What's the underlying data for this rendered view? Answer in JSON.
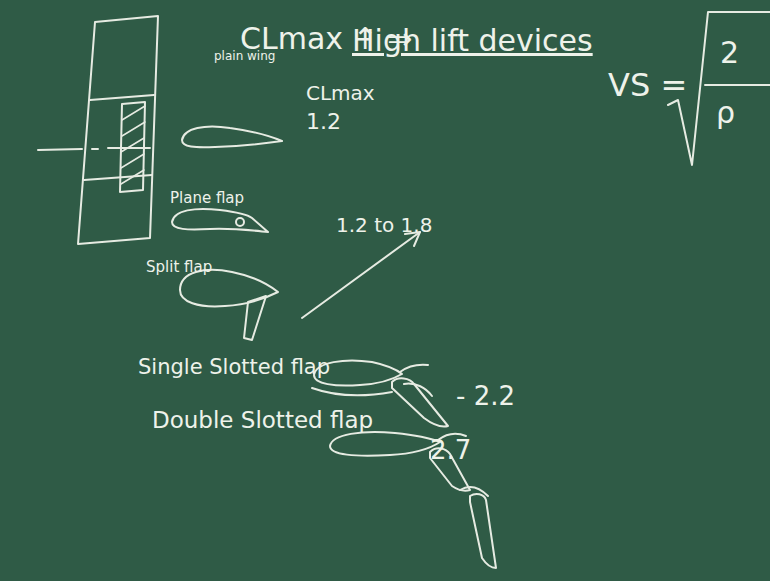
{
  "diagram": {
    "title": "High lift devices",
    "labels": [
      "CLmax ↑ ⇒",
      "plain wing",
      "CLmax",
      "1.2",
      "Plane flap",
      "1.2 to 1.8",
      "Split flap",
      "Single Slotted flap",
      "- 2.2",
      "2.7",
      "Double Slotted flap",
      "VS =",
      "2",
      "ρ"
    ]
  }
}
